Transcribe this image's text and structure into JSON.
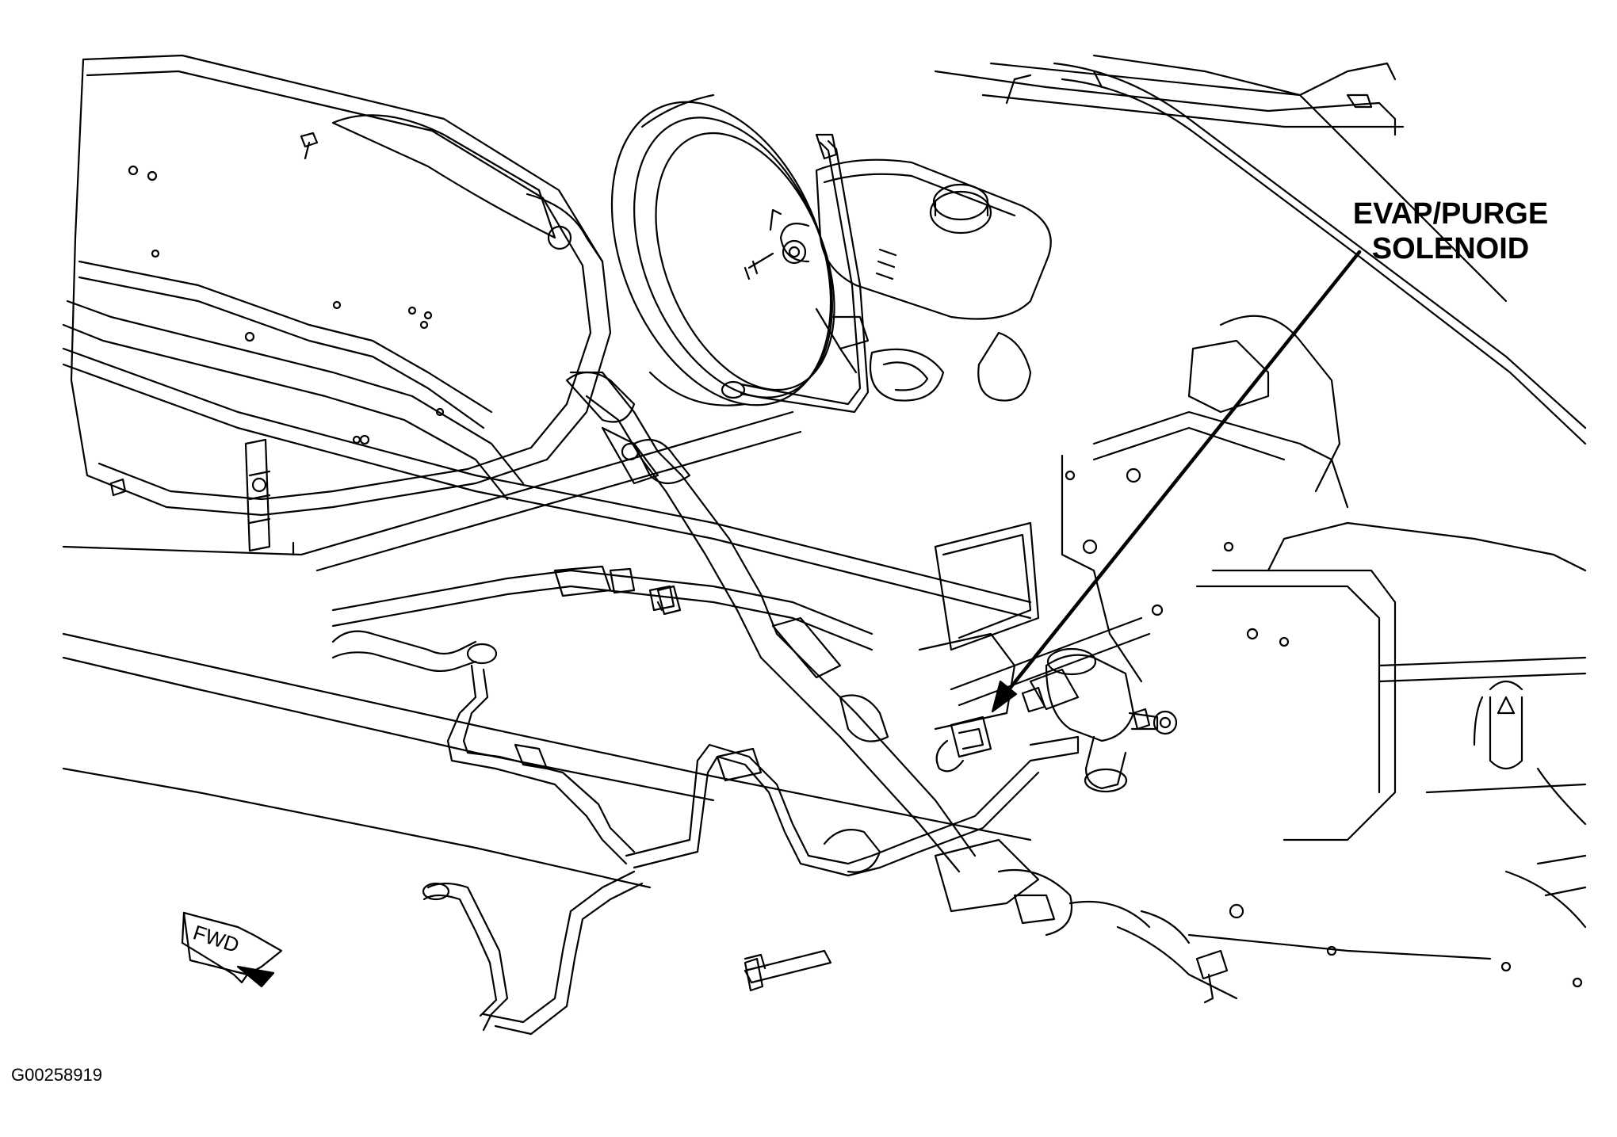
{
  "callout": {
    "line1": "EVAP/PURGE",
    "line2": "SOLENOID"
  },
  "direction_marker": {
    "label": "FWD"
  },
  "figure_id": "G00258919",
  "colors": {
    "line": "#000000",
    "background": "#ffffff"
  }
}
